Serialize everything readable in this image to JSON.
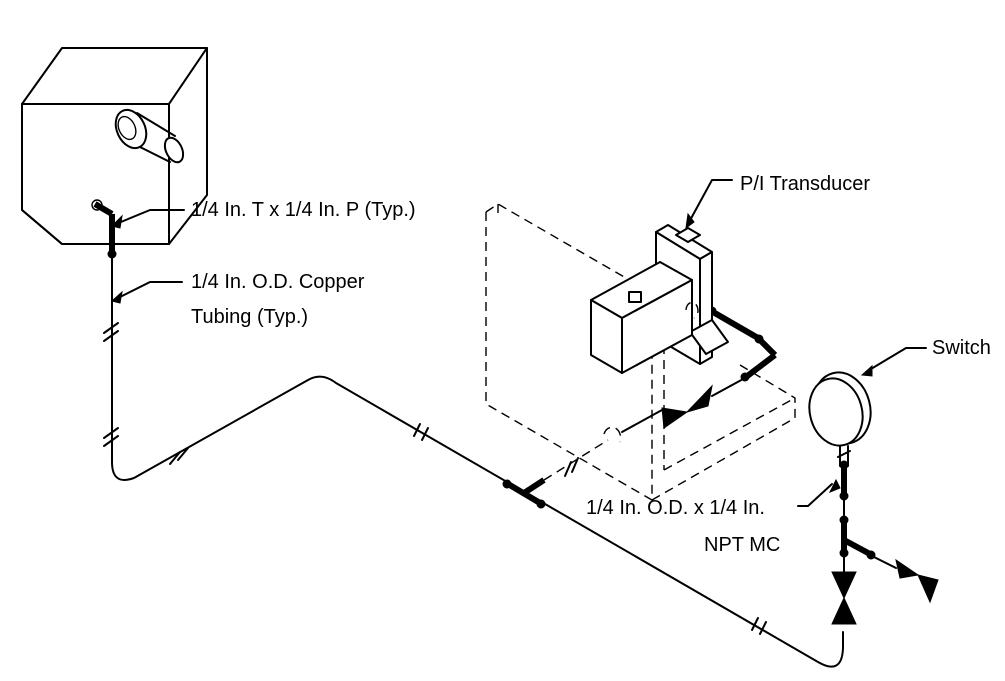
{
  "labels": {
    "fitting": "1/4 In. T x 1/4 In. P (Typ.)",
    "tubing_line1": "1/4 In. O.D. Copper",
    "tubing_line2": "Tubing (Typ.)",
    "transducer": "P/I Transducer",
    "switch": "Switch",
    "connector_line1": "1/4 In. O.D. x 1/4 In.",
    "connector_line2": "NPT MC"
  },
  "colors": {
    "line": "#000000",
    "background": "#ffffff"
  }
}
